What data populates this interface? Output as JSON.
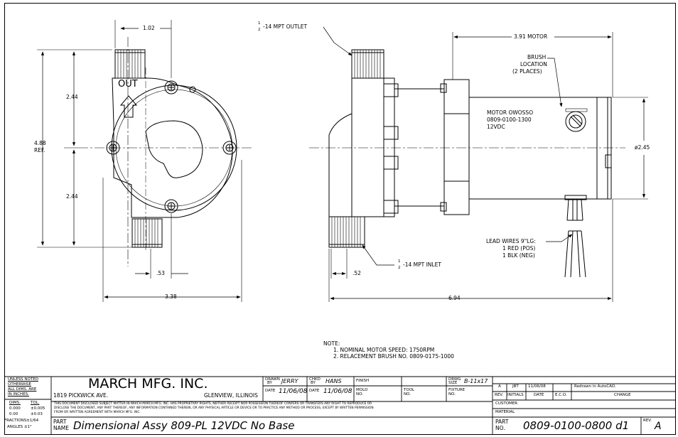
{
  "dims": {
    "d102": "1.02",
    "d244a": "2.44",
    "d244b": "2.44",
    "d488": "4.88",
    "ref": "REF.",
    "d053": ".53",
    "d338": "3.38",
    "d052": ".52",
    "d694": "6.94",
    "motor_len": "3.91 MOTOR",
    "dia": "ø2.45"
  },
  "labels": {
    "out": "OUT",
    "outlet_frac": "1",
    "outlet_den": "2",
    "outlet": "-14 MPT OUTLET",
    "inlet_frac": "1",
    "inlet_den": "2",
    "inlet": "-14 MPT INLET",
    "brush1": "BRUSH",
    "brush2": "LOCATION",
    "brush3": "(2 PLACES)",
    "motor1": "MOTOR OWOSSO",
    "motor2": "0809-0100-1300",
    "motor3": "12VDC",
    "lead1": "LEAD WIRES 9\"LG:",
    "lead2": "1 RED (POS)",
    "lead3": "1 BLK (NEG)"
  },
  "notes": {
    "title": "NOTE:",
    "n1": "1. NOMINAL MOTOR SPEED: 1750RPM",
    "n2": "2. RELACEMENT BRUSH NO. 0809-0175-1000"
  },
  "title_block": {
    "unless1": "UNLESS NOTED",
    "unless2": "OTHERWISE",
    "unless3": "ALL DIMS. ARE",
    "unless4": "IN INCHES.",
    "dims_h": "DIMS.",
    "tol_h": "TOL.",
    "d1": "0.000",
    "t1": "±0.005",
    "d2": "0.00",
    "t2": "±0.03",
    "frac": "FRACTIONS±1/64",
    "ang": "ANGLES   ±1°",
    "company": "MARCH MFG. INC.",
    "addr": "1819 PICKWICK AVE.",
    "city": "GLENVIEW, ILLINOIS",
    "drawn_l1": "DRAWN",
    "drawn_l2": "BY",
    "drawn_v": "JERRY",
    "chkd_l1": "CHKD",
    "chkd_l2": "BY",
    "chkd_v": "HANS",
    "finish": "FINISH",
    "drwg_l1": "DRWG",
    "drwg_l2": "SIZE",
    "drwg_v": "B-11x17",
    "date_l": "DATE",
    "date_v": "11/06/08",
    "date2_l": "DATE",
    "date2_v": "11/06/08",
    "mold_l1": "MOLD",
    "mold_l2": "NO.",
    "tool_l1": "TOOL",
    "tool_l2": "NO.",
    "fixture_l1": "FIXTURE",
    "fixture_l2": "NO.",
    "disclaimer1": "THIS DOCUMENT DISCLOSED SUBJECT MATTER IN WHICH MARCH MFG. INC. HAS PROPRIETARY RIGHTS, NEITHER RECEIPT NOR POSSESSION THEREOF CONFERS OR TRANSFERS ANY RIGHT TO REPRODUCE OR",
    "disclaimer2": "DISCLOSE THE DOCUMENT, ANY PART THEREOF, ANY INFORMATION CONTAINED THEREIN, OR ANY PHYSICAL ARTICLE OR DEVICE OR TO PRACTICE ANY METHOD OR PROCESS, EXCEPT BY WRITTEN PERMISSION",
    "disclaimer3": "FROM OR WRITTEN AGREEMENT WITH MARCH MFG. INC.",
    "part_l1": "PART",
    "part_l2": "NAME",
    "part_name": "Dimensional Assy 809-PL 12VDC No Base",
    "rev_a": "A",
    "rev_init": "JBT",
    "rev_date": "11/06/08",
    "rev_change": "Redrawn in AutoCAD.",
    "h_rev": "REV.",
    "h_init": "INITIALS",
    "h_date": "DATE",
    "h_eco": "E.C.O.",
    "h_change": "CHANGE",
    "customer": "CUSTOMER",
    "material": "MATERIAL",
    "partno_l1": "PART",
    "partno_l2": "NO.",
    "part_no": "0809-0100-0800 d1",
    "rev_l": "REV.",
    "rev_v": "A"
  }
}
